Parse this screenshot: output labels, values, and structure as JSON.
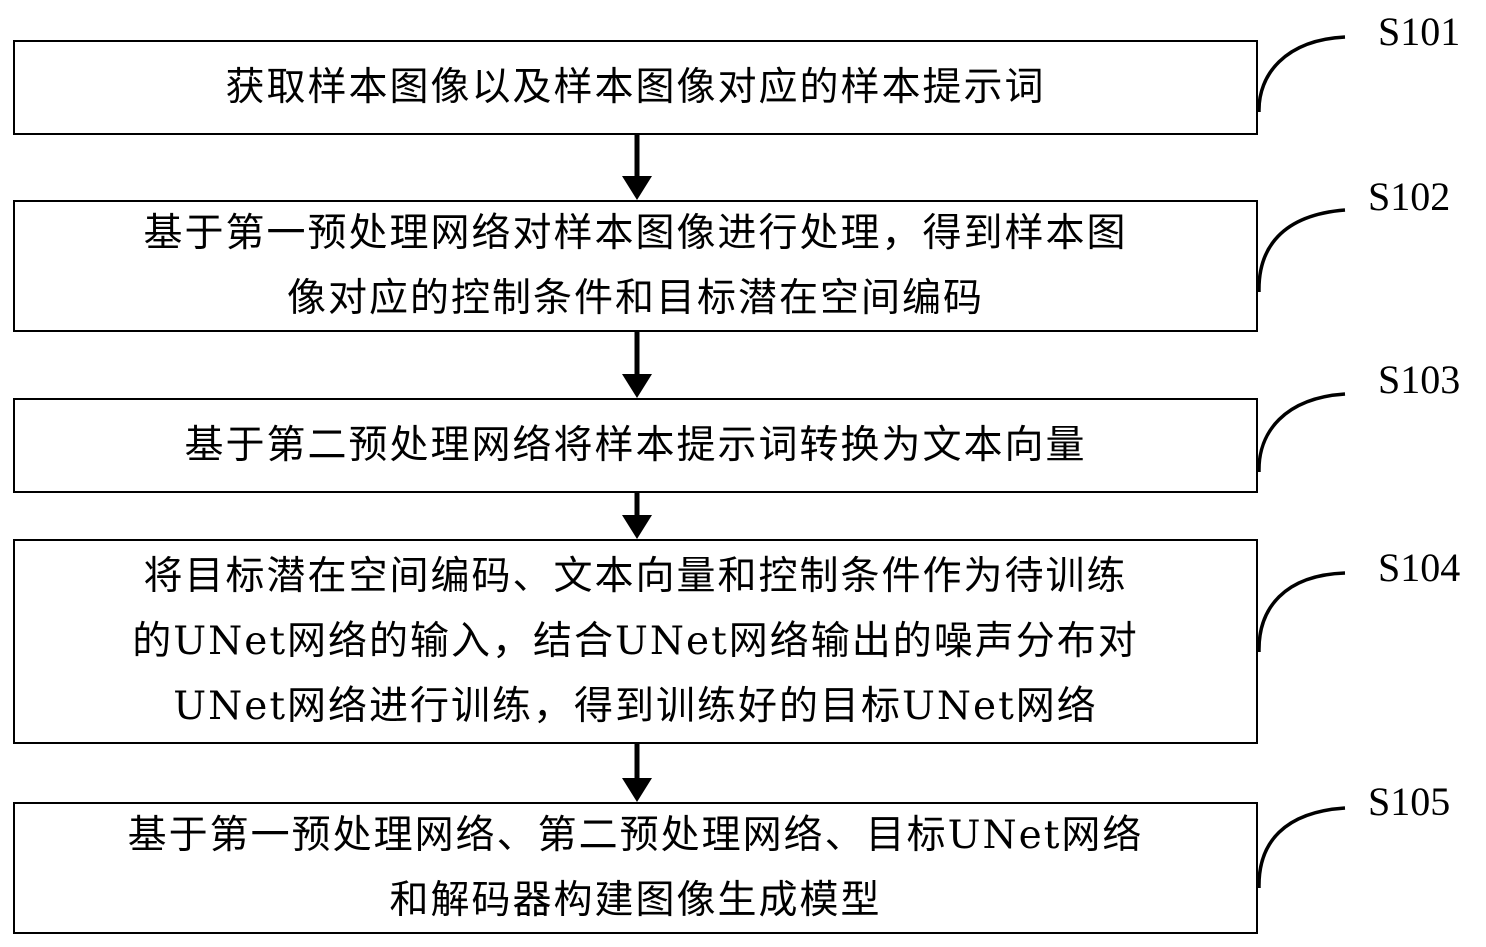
{
  "steps": [
    {
      "id": "S101",
      "label": "S101",
      "lines": [
        "获取样本图像以及样本图像对应的样本提示词"
      ]
    },
    {
      "id": "S102",
      "label": "S102",
      "lines": [
        "基于第一预处理网络对样本图像进行处理，得到样本图",
        "像对应的控制条件和目标潜在空间编码"
      ]
    },
    {
      "id": "S103",
      "label": "S103",
      "lines": [
        "基于第二预处理网络将样本提示词转换为文本向量"
      ]
    },
    {
      "id": "S104",
      "label": "S104",
      "lines": [
        "将目标潜在空间编码、文本向量和控制条件作为待训练",
        "的UNet网络的输入，结合UNet网络输出的噪声分布对",
        "UNet网络进行训练，得到训练好的目标UNet网络"
      ]
    },
    {
      "id": "S105",
      "label": "S105",
      "lines": [
        "基于第一预处理网络、第二预处理网络、目标UNet网络",
        "和解码器构建图像生成模型"
      ]
    }
  ]
}
